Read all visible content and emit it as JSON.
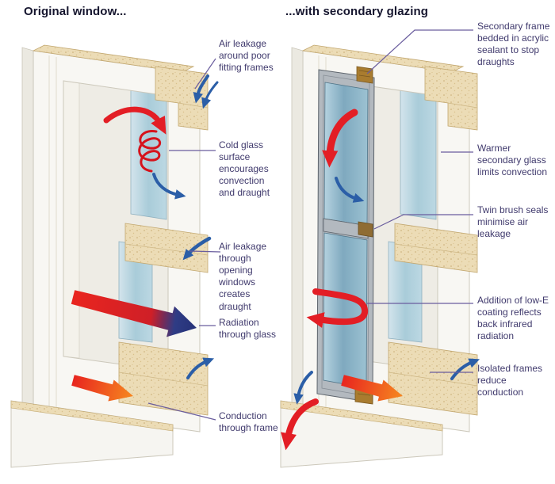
{
  "colors": {
    "title": "#15152e",
    "label": "#403a6d",
    "leader": "#6a5d9e",
    "heat_arrow": "#e31e25",
    "heat_arrow_warm": "#f6871f",
    "cold_arrow": "#2b5ea7",
    "frame_white": "#f8f7f3",
    "timber_cut": "#ecdcb6",
    "glass": "#bcd6e2",
    "secondary_glass": "#7fa9bf",
    "aluminium_frame": "#b3b9bf",
    "acrylic_sealant": "#a97c2f"
  },
  "left_panel": {
    "title": "Original window...",
    "labels": [
      {
        "id": "air-leakage-frames",
        "text": "Air leakage around poor fitting frames"
      },
      {
        "id": "cold-glass",
        "text": "Cold glass surface encourages convection and draught"
      },
      {
        "id": "air-leakage-opening",
        "text": "Air leakage through opening windows creates draught"
      },
      {
        "id": "radiation",
        "text": "Radiation through glass"
      },
      {
        "id": "conduction",
        "text": "Conduction through frame"
      }
    ]
  },
  "right_panel": {
    "title": "...with secondary glazing",
    "labels": [
      {
        "id": "secondary-frame",
        "text": "Secondary frame bedded in acrylic sealant to stop draughts"
      },
      {
        "id": "warmer-glass",
        "text": "Warmer secondary glass limits convection"
      },
      {
        "id": "brush-seals",
        "text": "Twin brush seals minimise air leakage"
      },
      {
        "id": "low-e-coating",
        "text": "Addition of low-E coating reflects back infrared radiation"
      },
      {
        "id": "isolated-frames",
        "text": "Isolated frames reduce conduction"
      }
    ]
  }
}
